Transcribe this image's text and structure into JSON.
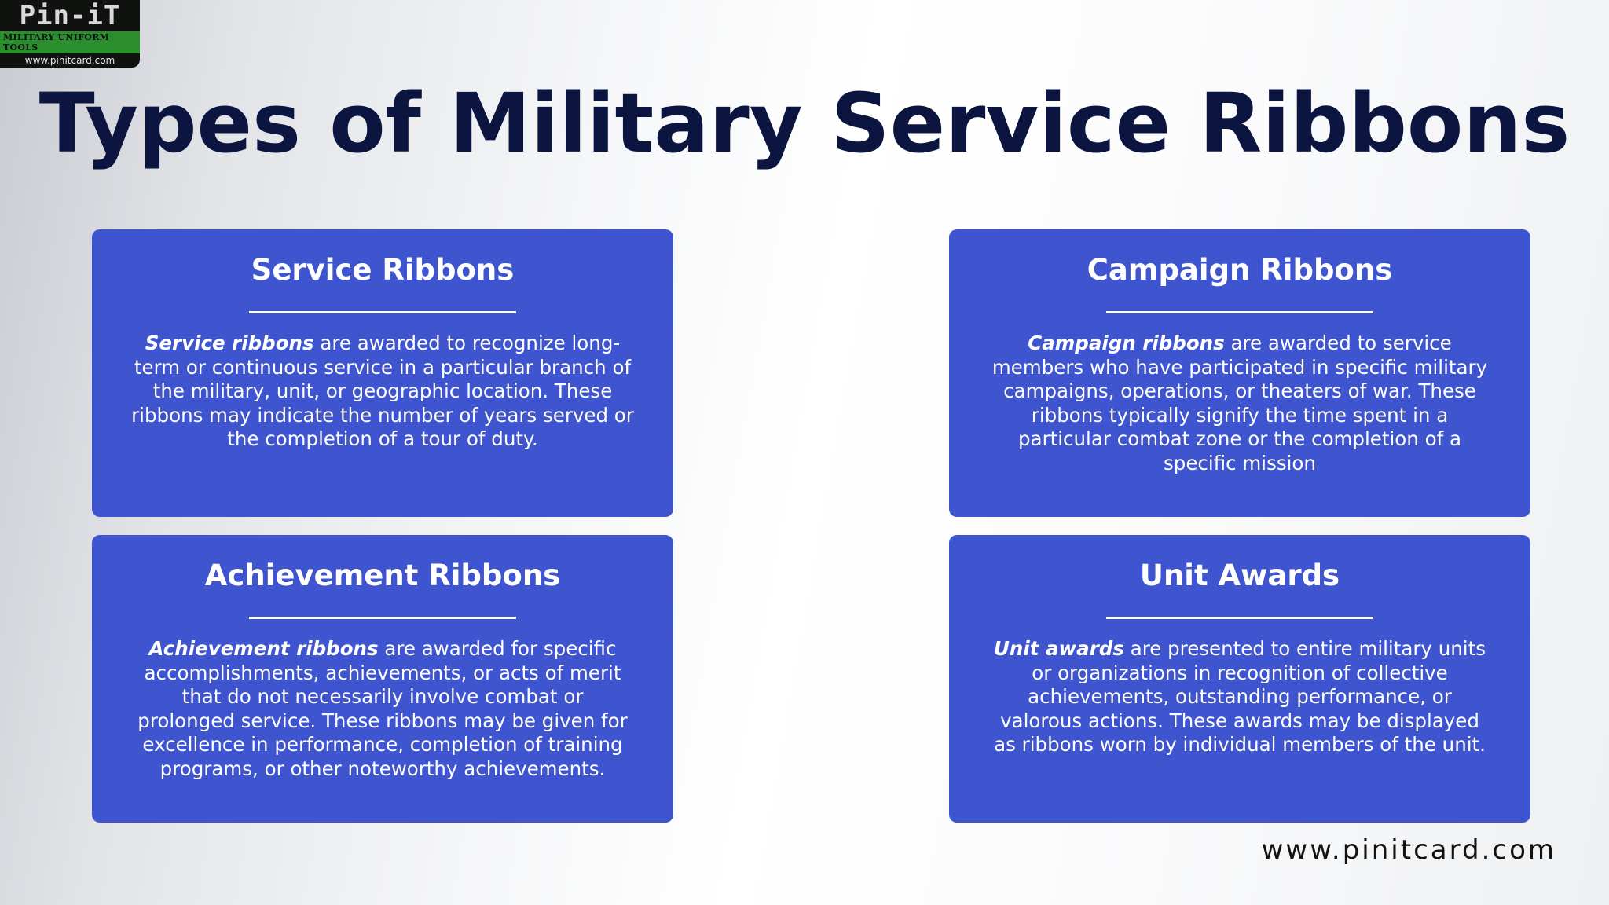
{
  "logo": {
    "name": "Pin-iT",
    "tagline": "MILITARY UNIFORM TOOLS",
    "url": "www.pinitcard.com"
  },
  "title": "Types of Military Service Ribbons",
  "cards": [
    {
      "title": "Service Ribbons",
      "lead": "Service ribbons",
      "body": " are awarded to recognize long-term or continuous service in a particular branch of the military, unit, or geographic location. These ribbons may indicate the number of years served or the completion of a tour of duty."
    },
    {
      "title": "Campaign Ribbons",
      "lead": "Campaign ribbons",
      "body": " are awarded to service members who have participated in specific military campaigns, operations, or theaters of war. These ribbons typically signify the time spent in a particular combat zone or the completion of a specific mission"
    },
    {
      "title": "Achievement Ribbons",
      "lead": "Achievement ribbons",
      "body": " are awarded for specific accomplishments, achievements, or acts of merit that do not necessarily involve combat or prolonged service. These ribbons may be given for excellence in performance, completion of training programs, or other noteworthy achievements."
    },
    {
      "title": "Unit Awards",
      "lead": "Unit awards",
      "body": " are presented to entire military units or organizations in recognition of collective achievements, outstanding performance, or valorous actions. These awards may be displayed as ribbons worn by individual members of the unit."
    }
  ],
  "footer_url": "www.pinitcard.com",
  "colors": {
    "card_bg": "#3f55cf",
    "title": "#0b1540",
    "logo_accent": "#2a8e2e"
  }
}
